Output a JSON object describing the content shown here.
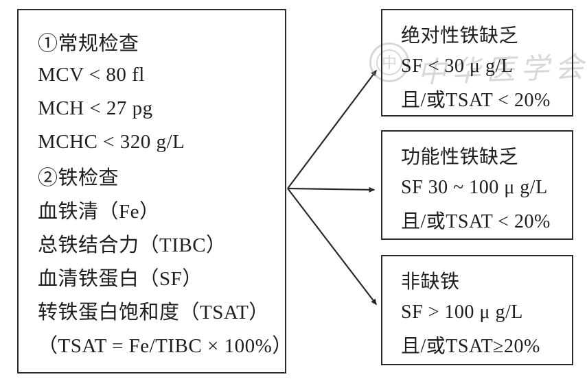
{
  "figure": {
    "colors": {
      "text": "#1e1e1e",
      "border": "#2a2a2a",
      "background": "#ffffff",
      "watermark": "#9a9a9a"
    },
    "watermark": {
      "seal_glyph": "中",
      "text": "中华医学会"
    },
    "tests_box": {
      "lines": [
        "①常规检查",
        "MCV < 80 fl",
        "MCH < 27 pg",
        "MCHC < 320 g/L",
        "②铁检查",
        "血铁清（Fe）",
        "总铁结合力（TIBC）",
        "血清铁蛋白（SF）",
        "转铁蛋白饱和度（TSAT）",
        "（TSAT = Fe/TIBC × 100%）"
      ]
    },
    "outcomes": [
      {
        "title": "绝对性铁缺乏",
        "criteria1": "SF < 30 μ g/L",
        "criteria2": "且/或TSAT < 20%"
      },
      {
        "title": "功能性铁缺乏",
        "criteria1": "SF 30 ~ 100 μ g/L",
        "criteria2": "且/或TSAT < 20%"
      },
      {
        "title": "非缺铁",
        "criteria1": "SF > 100 μ g/L",
        "criteria2": "且/或TSAT≥20%"
      }
    ]
  }
}
